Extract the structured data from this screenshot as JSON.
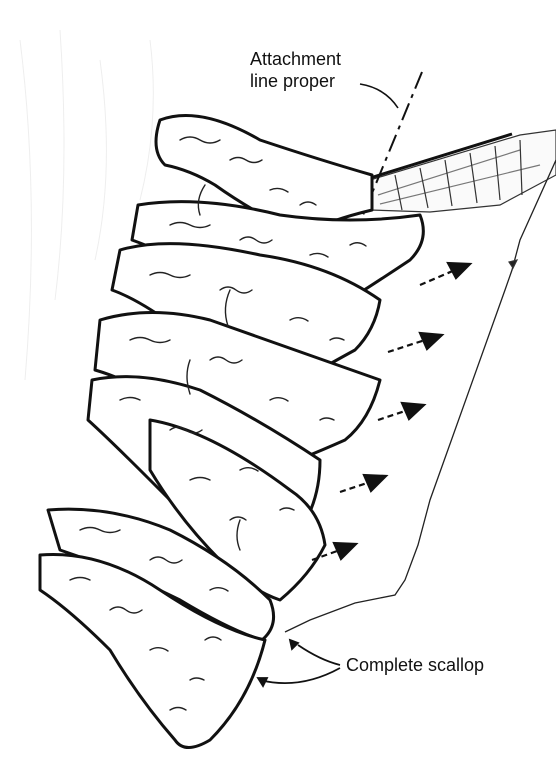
{
  "labels": {
    "attachment_line_1": "Attachment",
    "attachment_line_2": "line proper",
    "complete_scallop": "Complete scallop"
  },
  "colors": {
    "ink": "#111111",
    "paper": "#ffffff",
    "hatch": "#555555"
  },
  "arrow_count": 5
}
